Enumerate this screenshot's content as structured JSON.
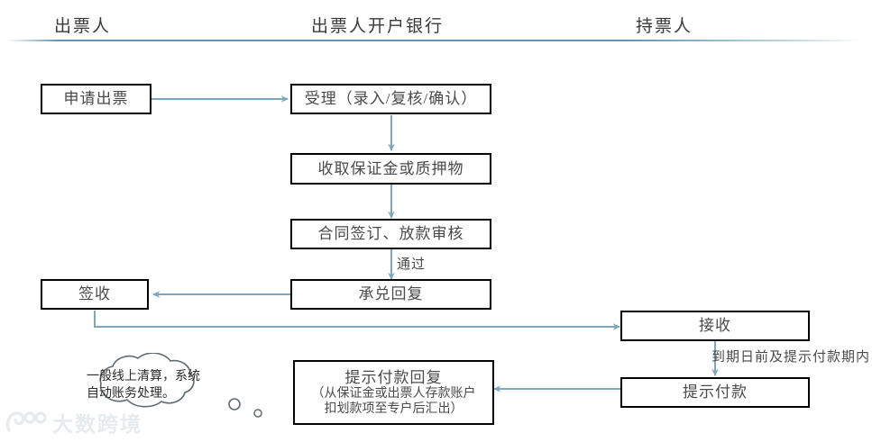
{
  "diagram": {
    "lanes": [
      {
        "label": "出票人"
      },
      {
        "label": "出票人开户银行"
      },
      {
        "label": "持票人"
      }
    ],
    "nodes": [
      {
        "id": "apply",
        "text": "申请出票"
      },
      {
        "id": "accept",
        "text": "受理（录入/复核/确认）"
      },
      {
        "id": "deposit",
        "text": "收取保证金或质押物"
      },
      {
        "id": "contract",
        "text": "合同签订、放款审核"
      },
      {
        "id": "acceptreply",
        "text": "承兑回复"
      },
      {
        "id": "sign",
        "text": "签收"
      },
      {
        "id": "receive",
        "text": "接收"
      },
      {
        "id": "presentpay",
        "text": "提示付款"
      },
      {
        "id": "payreply",
        "text": "提示付款回复",
        "sub": [
          "（从保证金或出票人存款账户",
          "扣划款项至专户后汇出）"
        ]
      }
    ],
    "edge_labels": [
      {
        "id": "pass",
        "text": "通过"
      },
      {
        "id": "duedate",
        "text": "到期日前及提示付款期内"
      }
    ],
    "callout": {
      "text": "一般线上清算，系统自动账务处理。"
    },
    "watermark": {
      "text": "大数跨境"
    },
    "colors": {
      "arrow": "#7ea7bd",
      "divider": "#5c8ca8",
      "node_border": "#000000",
      "node_text": "#4a4a4a",
      "watermark": "#d2dbe0"
    }
  }
}
